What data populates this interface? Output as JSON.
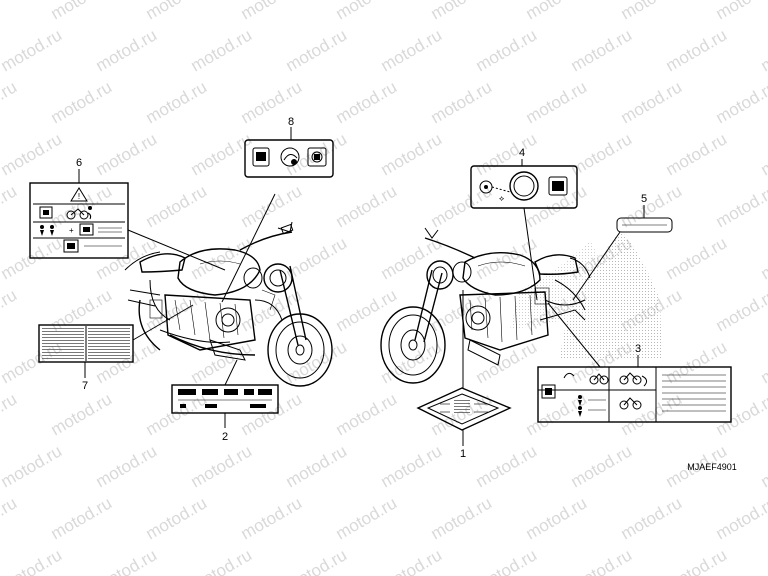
{
  "watermark": "motod.ru",
  "diagram_code": "MJAEF4901",
  "callouts": [
    "1",
    "2",
    "3",
    "4",
    "5",
    "6",
    "7",
    "8"
  ]
}
